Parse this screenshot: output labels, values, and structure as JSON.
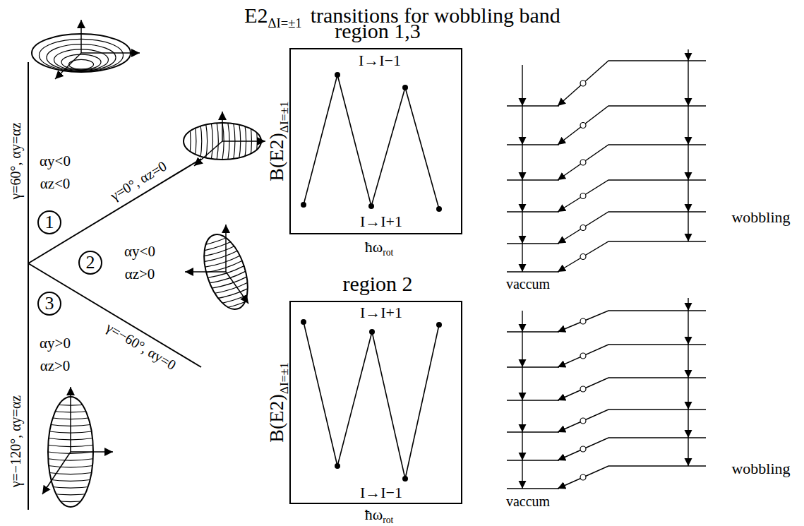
{
  "diagram": {
    "title": "transitions for wobbling band",
    "nodes": [
      {
        "text": [
          "1"
        ]
      },
      {
        "text": [
          "2"
        ]
      },
      {
        "text": [
          "3"
        ]
      },
      {
        "text": [
          "region 1,3",
          "I→I−1",
          "I→I+1"
        ]
      },
      {
        "text": [
          "region 2",
          "I→I+1",
          "I→I−1"
        ]
      }
    ],
    "labels": [
      "E2",
      "ΔI=±1",
      "γ=60°, αy=αz",
      "αy<0",
      "αz<0",
      "γ=0°, αz=0",
      "αy<0",
      "αz>0",
      "αy>0",
      "αz>0",
      "γ=−60°, αy=0",
      "γ=−120°, αy=αz",
      "B(E2)",
      "ΔI=±1",
      "ħω",
      "rot",
      "B(E2)",
      "ΔI=±1",
      "ħω",
      "rot",
      "wobbling",
      "vaccum",
      "wobbling",
      "vaccum"
    ]
  }
}
